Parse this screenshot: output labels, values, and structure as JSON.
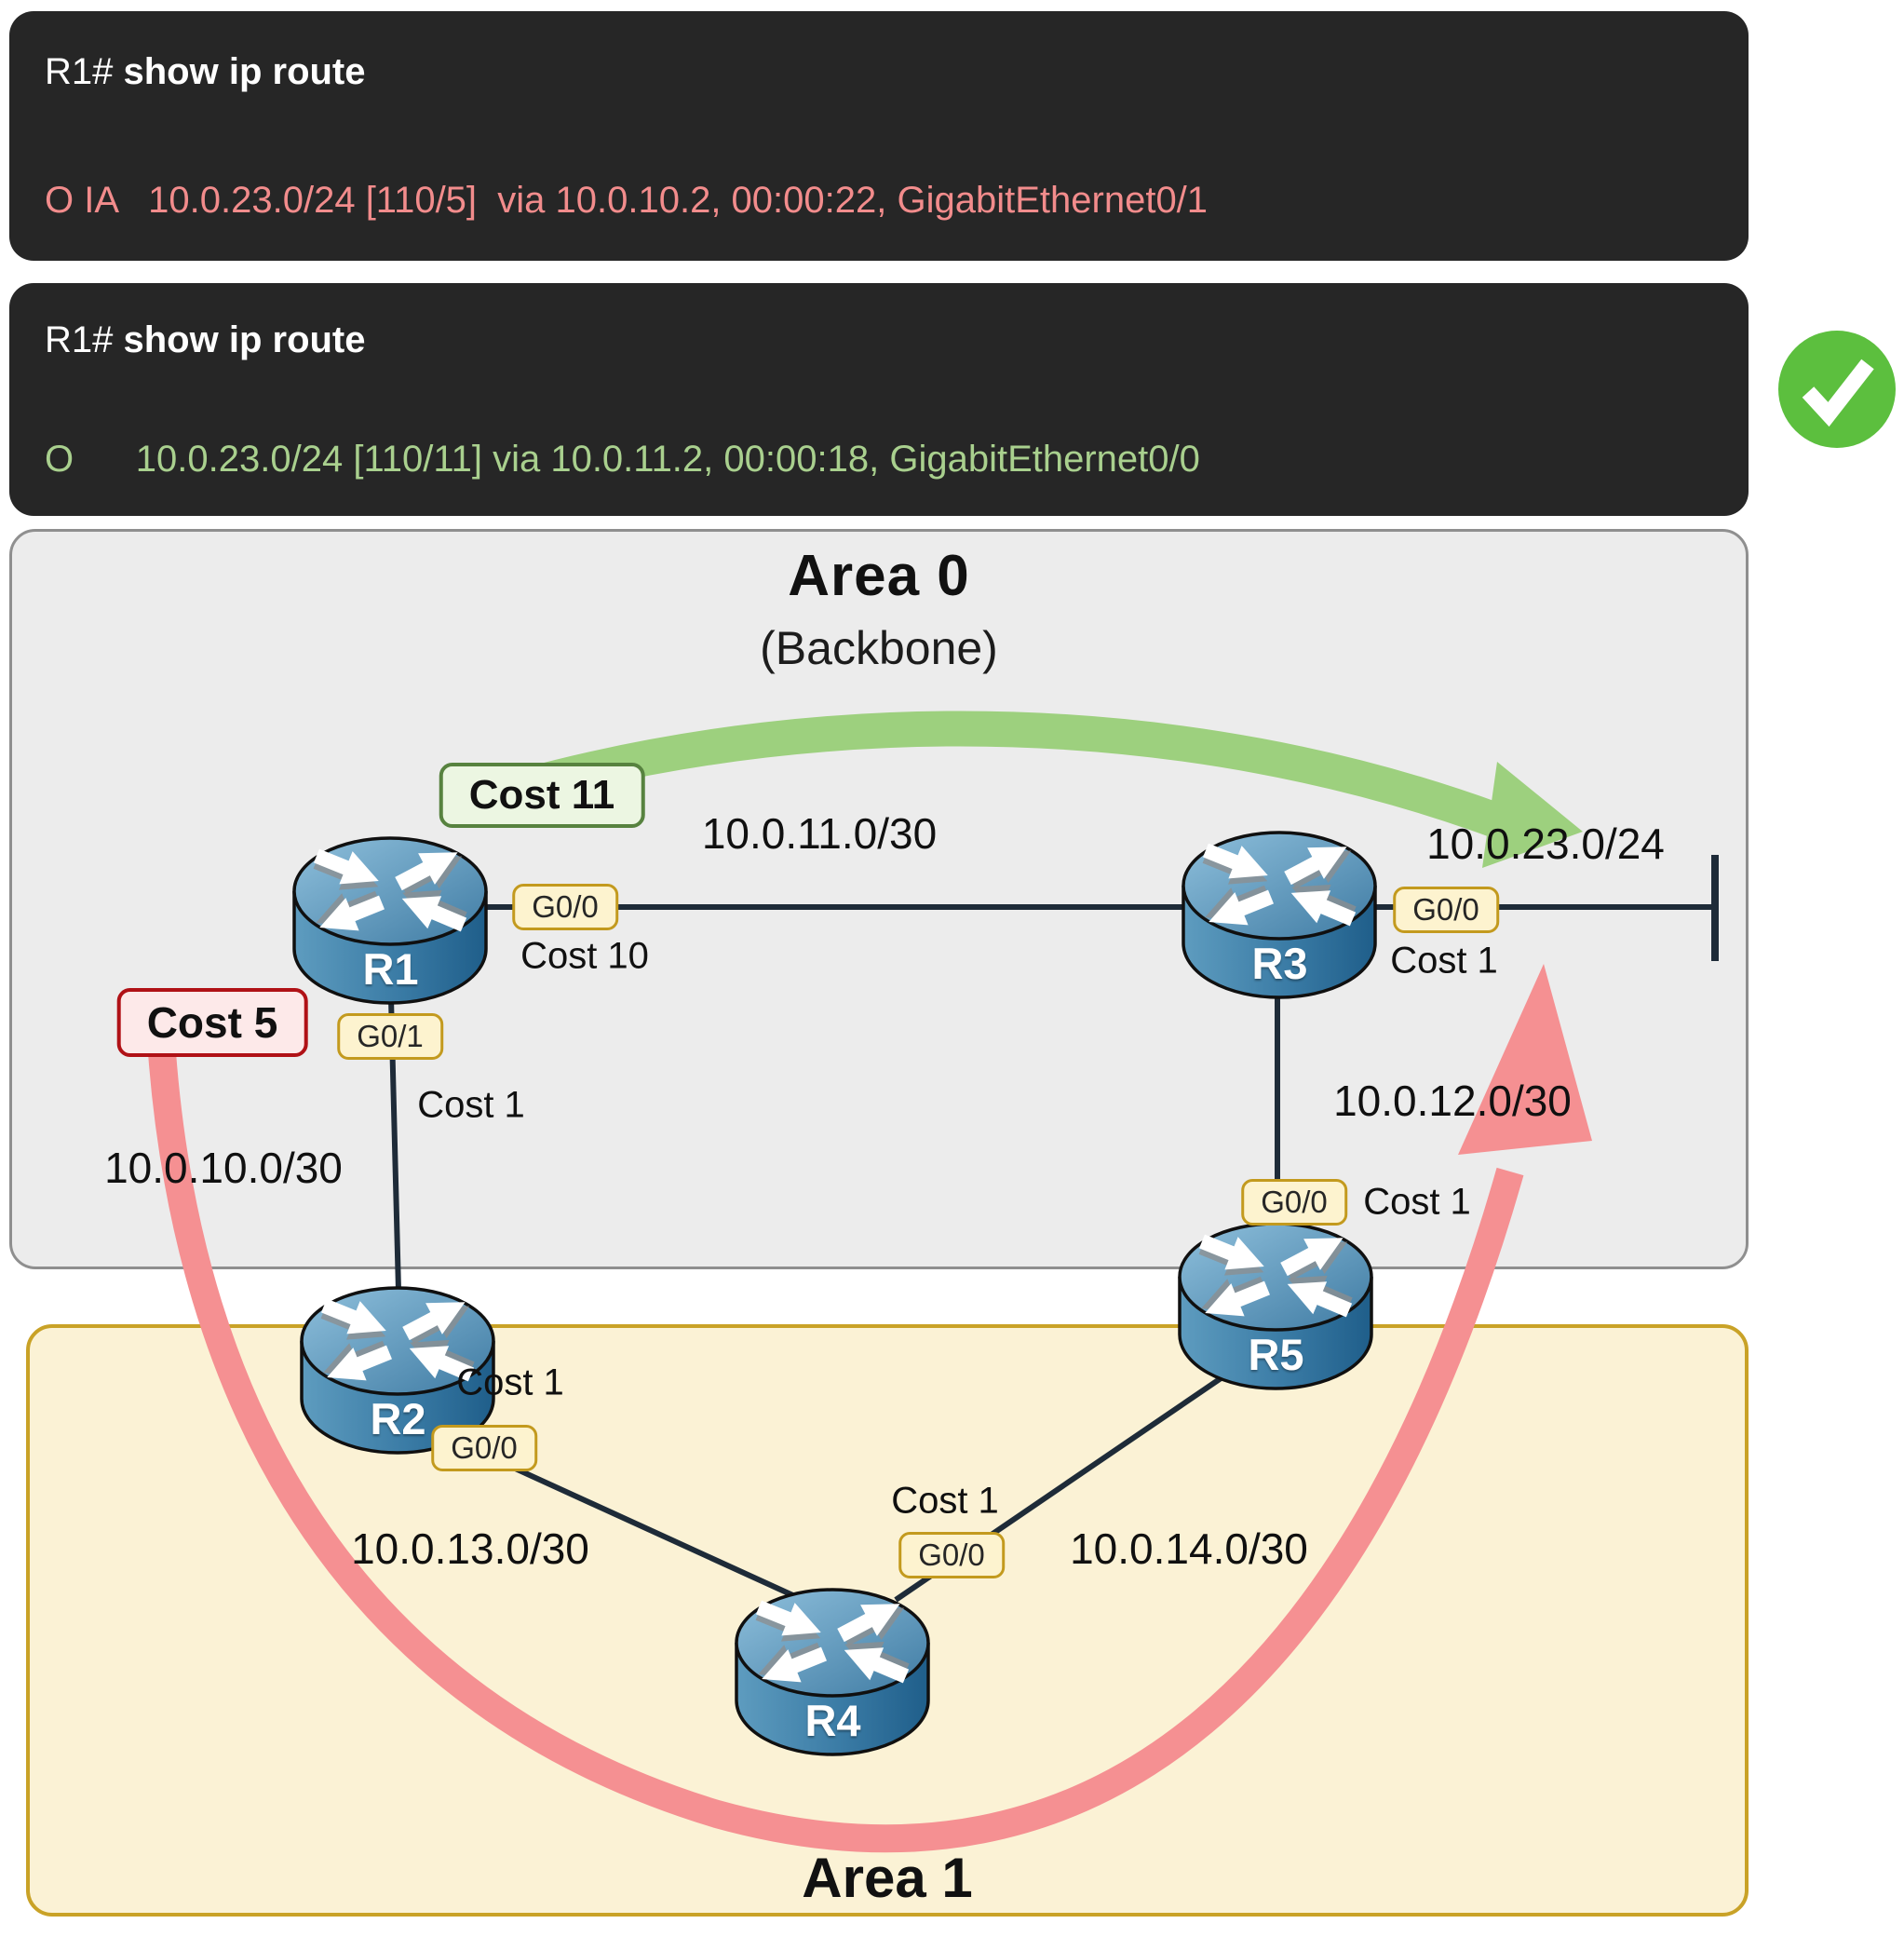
{
  "terminal1": {
    "prompt": "R1# ",
    "command": "show ip route",
    "output": "O IA   10.0.23.0/24 [110/5]  via 10.0.10.2, 00:00:22, GigabitEthernet0/1"
  },
  "terminal2": {
    "prompt": "R1# ",
    "command": "show ip route",
    "output": "O      10.0.23.0/24 [110/11] via 10.0.11.2, 00:00:18, GigabitEthernet0/0"
  },
  "area0": {
    "title": "Area 0",
    "subtitle": "(Backbone)"
  },
  "area1": {
    "title": "Area 1"
  },
  "path_badges": {
    "cost11": "Cost 11",
    "cost5": "Cost 5"
  },
  "routers": {
    "r1": "R1",
    "r2": "R2",
    "r3": "R3",
    "r4": "R4",
    "r5": "R5"
  },
  "interfaces": {
    "r1_g00": "G0/0",
    "r1_g01": "G0/1",
    "r2_g00": "G0/0",
    "r3_g00": "G0/0",
    "r4_g00": "G0/0",
    "r5_g00": "G0/0"
  },
  "link_costs": {
    "r1_g00": "Cost 10",
    "r1_g01": "Cost 1",
    "r2_g00": "Cost 1",
    "r3_g00": "Cost 1",
    "r4_g00": "Cost 1",
    "r5_g00": "Cost 1"
  },
  "networks": {
    "r1_r3": "10.0.11.0/30",
    "r1_r2": "10.0.10.0/30",
    "r3_r5": "10.0.12.0/30",
    "r2_r4": "10.0.13.0/30",
    "r4_r5": "10.0.14.0/30",
    "lan": "10.0.23.0/24"
  },
  "colors": {
    "terminal_bg": "#262626",
    "bad_route_text": "#f28c8c",
    "good_route_text": "#a9d08e",
    "green_path": "#9dd07e",
    "red_path": "#f59092",
    "check_green": "#5cbf3e",
    "area0_bg": "#ececec",
    "area1_bg": "#fbf2d5",
    "area1_border": "#c9a227",
    "interface_badge_bg": "#fdf3cf",
    "link_color": "#1e2b38"
  }
}
